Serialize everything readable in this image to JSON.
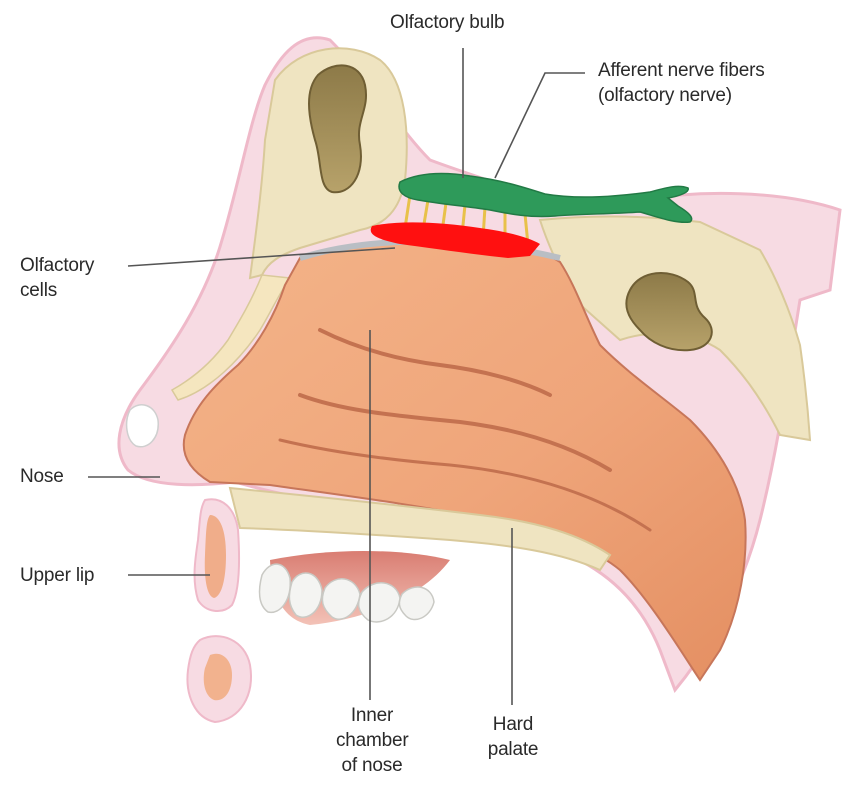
{
  "labels": {
    "olfactory_bulb": "Olfactory bulb",
    "afferent_line1": "Afferent nerve fibers",
    "afferent_line2": "(olfactory nerve)",
    "olfactory_cells_line1": "Olfactory",
    "olfactory_cells_line2": "cells",
    "nose": "Nose",
    "upper_lip": "Upper lip",
    "inner_line1": "Inner",
    "inner_line2": "chamber",
    "inner_line3": "of nose",
    "hard_line1": "Hard",
    "hard_line2": "palate"
  },
  "colors": {
    "olfactory_bulb": "#2e9a5a",
    "olfactory_epithelium": "#ff1010",
    "nasal_cavity": "#f0a878",
    "bone": "#ede3bf",
    "skin_outline": "#f2c9d5",
    "label_text": "#2a2a2a",
    "leader_line": "#555555"
  }
}
